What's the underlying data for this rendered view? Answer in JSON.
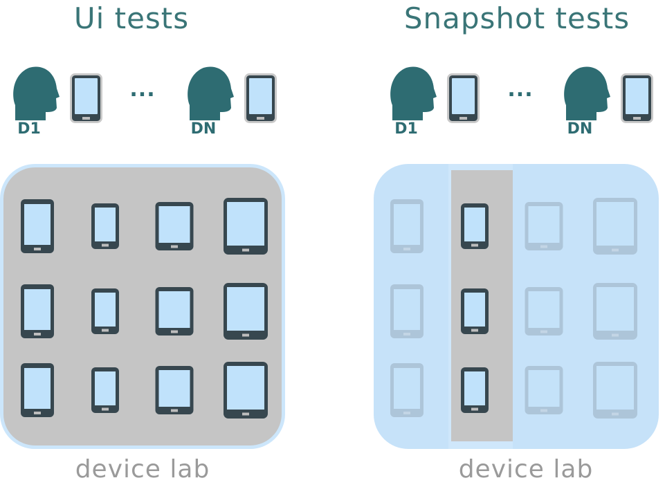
{
  "ui_tests": {
    "title": "Ui tests",
    "developer_first": "D1",
    "developer_last": "DN",
    "ellipsis": "...",
    "lab_label": "device lab"
  },
  "snapshot_tests": {
    "title": "Snapshot tests",
    "developer_first": "D1",
    "developer_last": "DN",
    "ellipsis": "...",
    "lab_label": "device lab",
    "highlighted_column": 2
  },
  "device_grid": {
    "rows": 3,
    "columns": [
      "phone",
      "small-phone",
      "small-tablet",
      "tablet"
    ]
  },
  "colors": {
    "head": "#2e6c72",
    "device_body": "#37474f",
    "device_screen": "#c0e2fb",
    "lab_fill": "#c5c5c5",
    "lab_border": "#cce6fb",
    "snapshot_lab_fill": "#c6e2f9",
    "title": "#3a7577",
    "footer": "#9a9a9a"
  }
}
